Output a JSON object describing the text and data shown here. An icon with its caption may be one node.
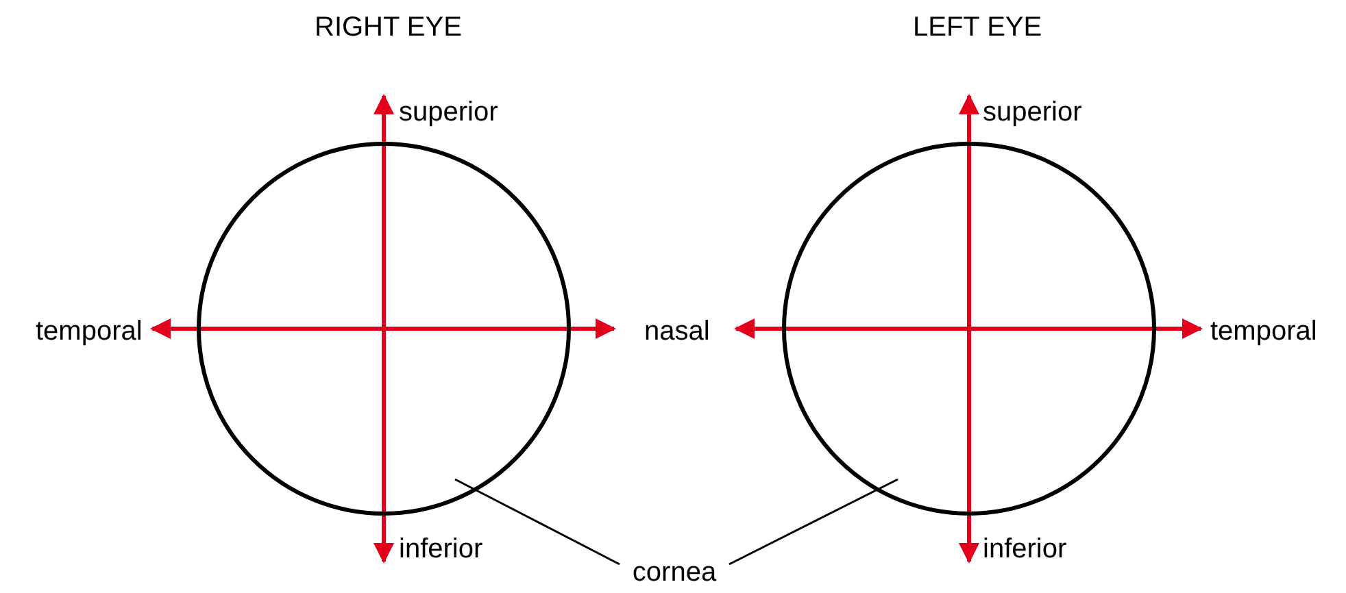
{
  "diagram": {
    "nodes": [
      {
        "text": [],
        "shape": "circle"
      },
      {
        "text": [],
        "shape": "circle"
      },
      {
        "text": [
          "cornea"
        ]
      }
    ],
    "edges": [
      {
        "from": 2,
        "to": 0,
        "arrow": "none"
      },
      {
        "from": 2,
        "to": 1,
        "arrow": "none"
      }
    ],
    "labels": [
      "RIGHT EYE",
      "LEFT EYE",
      "superior",
      "superior",
      "temporal",
      "nasal",
      "temporal",
      "inferior",
      "inferior"
    ]
  }
}
